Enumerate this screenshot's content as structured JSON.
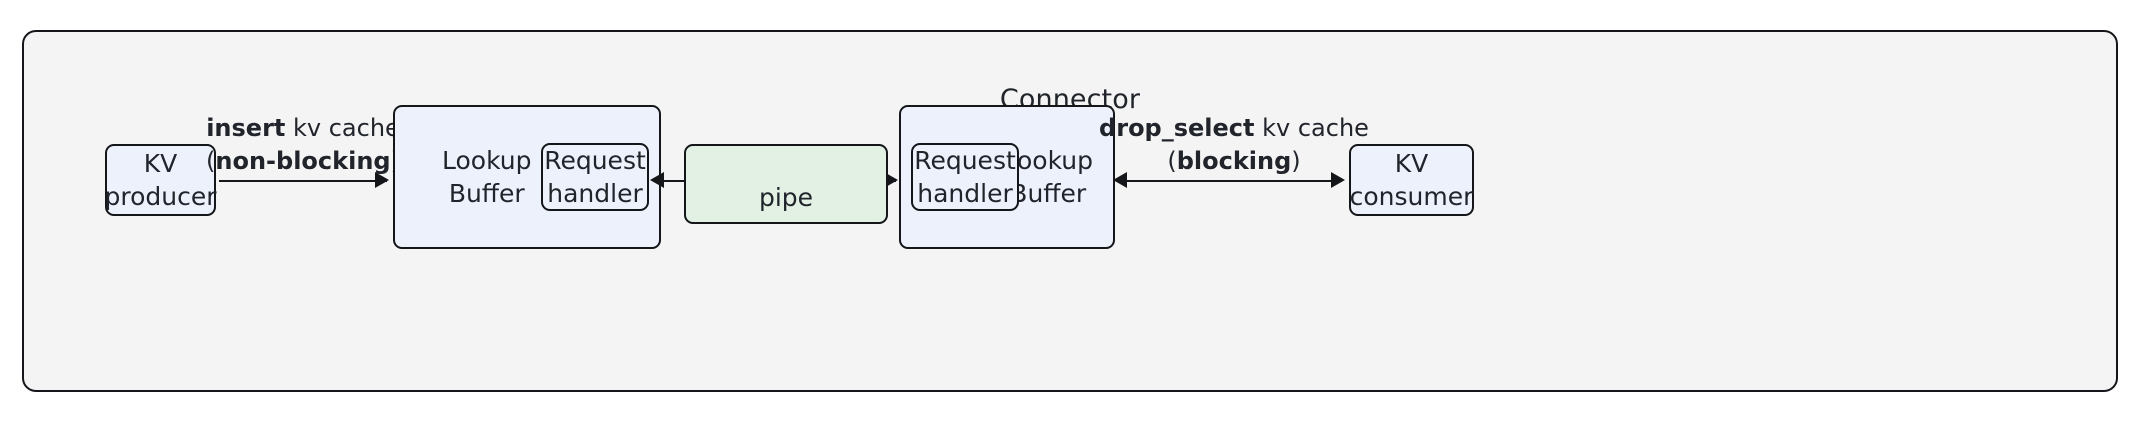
{
  "diagram": {
    "title": "Connector",
    "nodes": {
      "kv_producer": "KV\nproducer",
      "kv_consumer": "KV\nconsumer",
      "lookup_buffer_left": "Lookup\nBuffer",
      "lookup_buffer_right": "Lookup\nBuffer",
      "request_handler_left": "Request\nhandler",
      "request_handler_right": "Request\nhandler",
      "pipe": "pipe"
    },
    "edges": {
      "insert": {
        "op": "insert",
        "rest": " kv cache",
        "mode_open": "(",
        "mode": "non-blocking",
        "mode_close": ")",
        "direction": "right"
      },
      "drop_select": {
        "op": "drop_select",
        "rest": " kv cache",
        "mode_open": "(",
        "mode": "blocking",
        "mode_close": ")",
        "direction": "bidirectional"
      },
      "pipe_left": {
        "direction": "left"
      },
      "pipe_right": {
        "direction": "right"
      }
    },
    "colors": {
      "frame_fill": "#f4f4f4",
      "node_blue": "#edf1fc",
      "node_green": "#e2f1e4",
      "stroke": "#14161a",
      "text": "#21252b",
      "page_background": "#ffffff"
    }
  }
}
